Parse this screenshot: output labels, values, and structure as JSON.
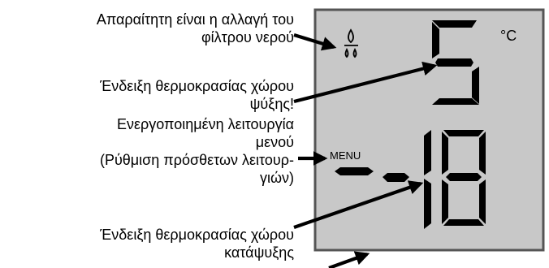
{
  "labels": {
    "water_filter": {
      "line1": "Απαραίτητη είναι η αλλαγή του",
      "line2": "φίλτρου νερού"
    },
    "fridge_temp": {
      "line1": "Ένδειξη θερμοκρασίας χώρου",
      "line2": "ψύξης!"
    },
    "menu_active": {
      "line1": "Ενεργοποιημένη λειτουργία",
      "line2": "μενού",
      "line3": "(Ρύθμιση πρόσθετων λειτουρ-",
      "line4": "γιών)"
    },
    "freezer_temp": {
      "line1": "Ένδειξη θερμοκρασίας χώρου",
      "line2": "κατάψυξης"
    }
  },
  "display": {
    "fridge_value": "5",
    "unit": "°C",
    "menu_label": "MENU",
    "freezer_sign": "-",
    "freezer_value": "18",
    "filter_icon": "water-drop-icon"
  },
  "colors": {
    "lcd_background": "#c8c8c8",
    "lcd_border": "#555555",
    "segment": "#000000"
  }
}
